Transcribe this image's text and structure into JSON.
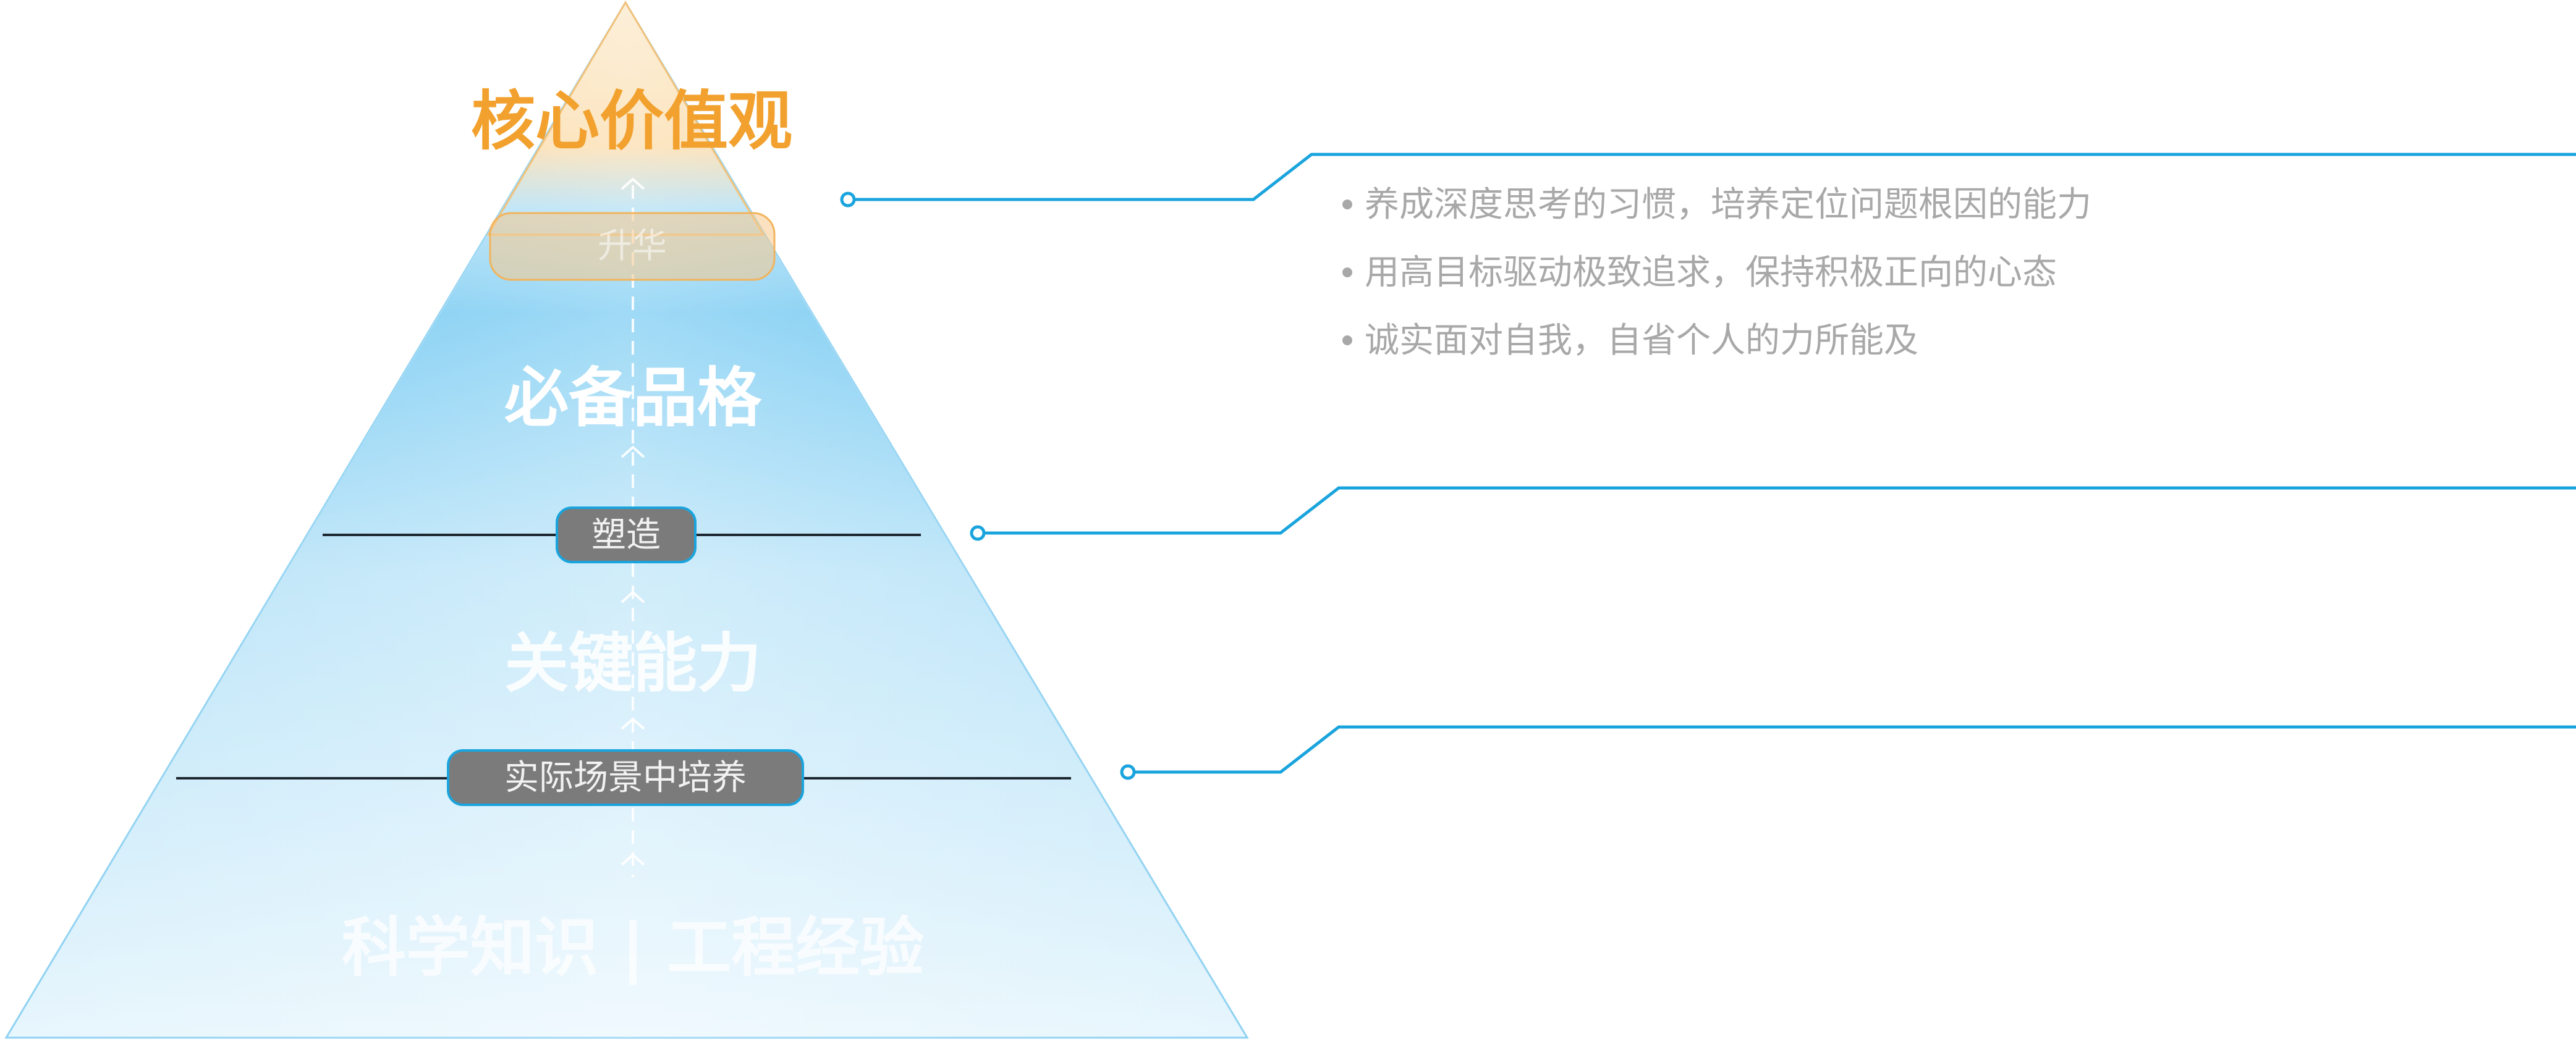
{
  "pyramid": {
    "levels": [
      {
        "label": "核心价值观",
        "color": "#f2a12e"
      },
      {
        "label": "必备品格",
        "color": "#ffffff"
      },
      {
        "label": "关键能力",
        "color": "#ffffff"
      },
      {
        "label": "科学知识 | 工程经验",
        "color": "#ffffff"
      }
    ],
    "connectors": [
      {
        "label": "升华"
      },
      {
        "label": "塑造"
      },
      {
        "label": "实际场景中培养"
      }
    ]
  },
  "callouts": [
    {
      "bullets": [
        "养成深度思考的习惯，培养定位问题根因的能力",
        "用高目标驱动极致追求，保持积极正向的心态",
        "诚实面对自我，自省个人的力所能及"
      ]
    },
    {
      "bullets": []
    },
    {
      "bullets": []
    }
  ],
  "colors": {
    "accent_blue": "#1aa4dd",
    "accent_orange": "#f2a12e",
    "bullet_text": "#a8a8a8",
    "pill_dark": "#7b7b7b"
  }
}
